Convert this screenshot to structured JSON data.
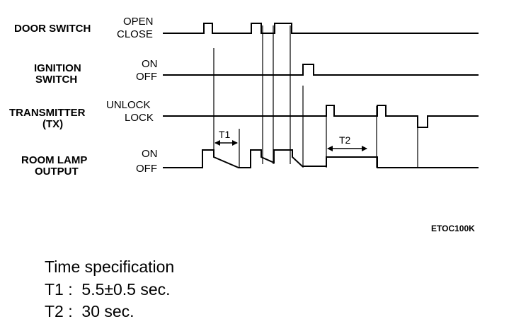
{
  "signals": [
    {
      "name_lines": [
        "DOOR SWITCH"
      ],
      "high": "OPEN",
      "low": "CLOSE"
    },
    {
      "name_lines": [
        "IGNITION",
        "SWITCH"
      ],
      "high": "ON",
      "low": "OFF"
    },
    {
      "name_lines": [
        "TRANSMITTER",
        "(TX)"
      ],
      "high": "UNLOCK",
      "low": "LOCK"
    },
    {
      "name_lines": [
        "ROOM LAMP",
        "OUTPUT"
      ],
      "high": "ON",
      "low": "OFF"
    }
  ],
  "intervals": {
    "t1": "T1",
    "t2": "T2"
  },
  "figure_code": "ETOC100K",
  "spec": {
    "title": "Time specification",
    "t1_line": "T1 :  5.5±0.5 sec.",
    "t2_line": "T2 :  30 sec."
  }
}
